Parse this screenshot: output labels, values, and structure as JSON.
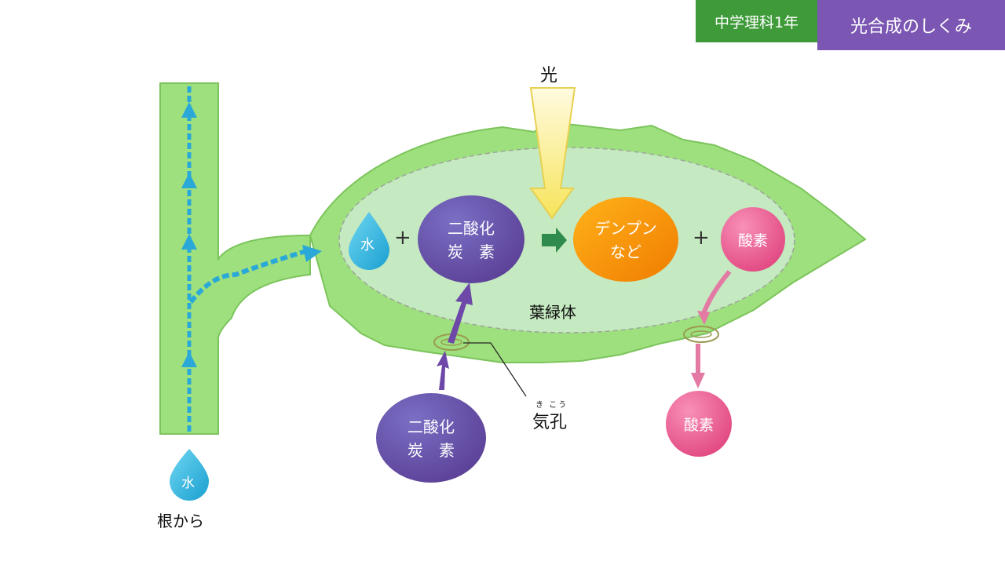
{
  "header": {
    "subject": "中学理科1年",
    "title": "光合成のしくみ"
  },
  "diagram": {
    "light_label": "光",
    "chloroplast_label": "葉緑体",
    "stomata_label": "気孔",
    "stomata_ruby": "き こう",
    "root_water": "水",
    "root_label": "根から",
    "reaction": {
      "water": "水",
      "plus1": "+",
      "co2_line1": "二酸化",
      "co2_line2": "炭　素",
      "products_line1": "デンプン",
      "products_line2": "など",
      "plus2": "+",
      "oxygen": "酸素"
    },
    "co2_outside_line1": "二酸化",
    "co2_outside_line2": "炭　素",
    "oxygen_outside": "酸素"
  }
}
